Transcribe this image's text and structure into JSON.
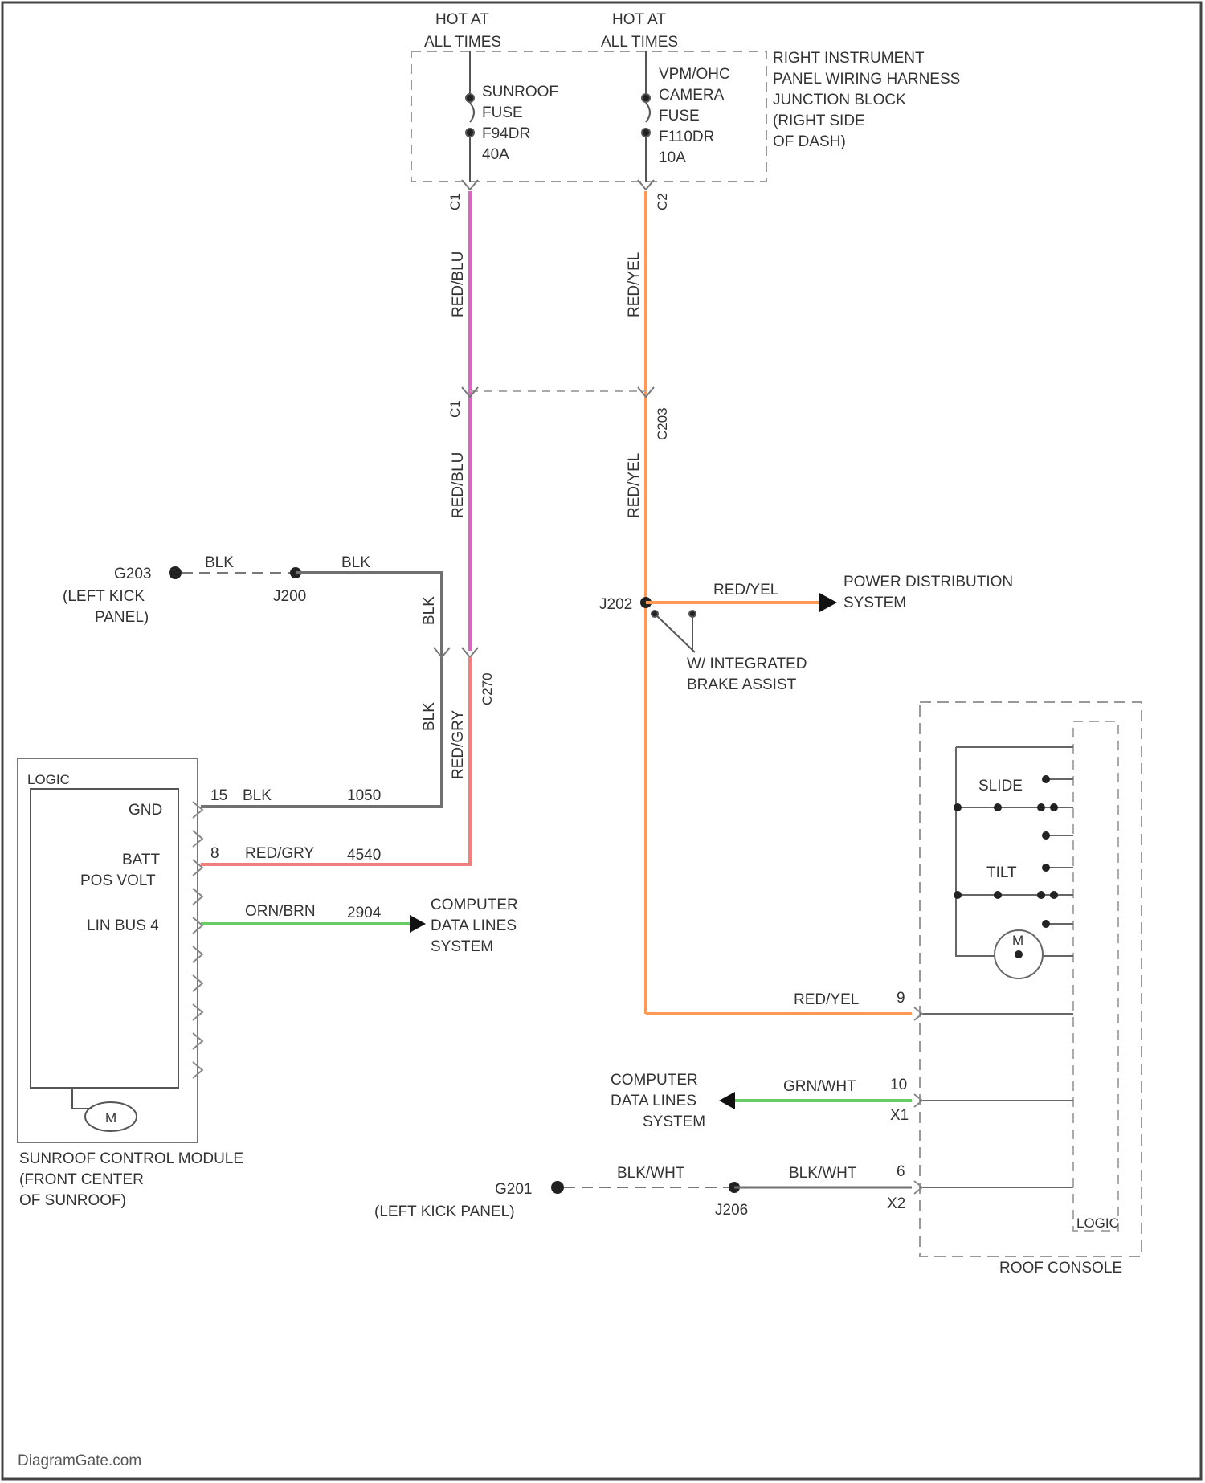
{
  "labels": {
    "hot_1": "HOT AT",
    "hot_1b": "ALL TIMES",
    "hot_2": "HOT AT",
    "hot_2b": "ALL TIMES",
    "fuse1_l1": "SUNROOF",
    "fuse1_l2": "FUSE",
    "fuse1_l3": "F94DR",
    "fuse1_l4": "40A",
    "fuse2_l1": "VPM/OHC",
    "fuse2_l2": "CAMERA",
    "fuse2_l3": "FUSE",
    "fuse2_l4": "F110DR",
    "fuse2_l5": "10A",
    "jb_l1": "RIGHT INSTRUMENT",
    "jb_l2": "PANEL WIRING HARNESS",
    "jb_l3": "JUNCTION BLOCK",
    "jb_l4": "(RIGHT SIDE",
    "jb_l5": "OF DASH)",
    "pin_c1_top": "C1",
    "pin_c2_top": "C2",
    "pin_c1_mid": "C1",
    "pin_c2_mid": "C203",
    "wire_redblu_1": "RED/BLU",
    "wire_redyel_1": "RED/YEL",
    "wire_redblu_2": "RED/BLU",
    "wire_redyel_2": "RED/YEL",
    "g203": "G203",
    "g203_l1": "(LEFT KICK",
    "g203_l2": "PANEL)",
    "j200": "J200",
    "blk_1": "BLK",
    "blk_2": "BLK",
    "blk_3": "BLK",
    "blk_4": "BLK",
    "c270": "C270",
    "redgry_v": "RED/GRY",
    "j202": "J202",
    "redyel_pd": "RED/YEL",
    "pd_l1": "POWER DISTRIBUTION",
    "pd_l2": "SYSTEM",
    "iba_l1": "W/ INTEGRATED",
    "iba_l2": "BRAKE ASSIST",
    "module_tag": "LOGIC",
    "gnd": "GND",
    "batt_l1": "BATT",
    "batt_l2": "POS VOLT",
    "lin": "LIN BUS 4",
    "pin_15": "15",
    "blk_gnd": "BLK",
    "circ_1050": "1050",
    "pin_8": "8",
    "redgry_h": "RED/GRY",
    "circ_4540": "4540",
    "orn_brn": "ORN/BRN",
    "circ_2904": "2904",
    "cdl1_l1": "COMPUTER",
    "cdl1_l2": "DATA LINES",
    "cdl1_l3": "SYSTEM",
    "scm_l1": "SUNROOF CONTROL MODULE",
    "scm_l2": "(FRONT CENTER",
    "scm_l3": "OF SUNROOF)",
    "slide": "SLIDE",
    "tilt": "TILT",
    "motor": "M",
    "redyel_rc": "RED/YEL",
    "pin_9": "9",
    "cdl2_l1": "COMPUTER",
    "cdl2_l2": "DATA LINES",
    "cdl2_l3": "SYSTEM",
    "grn_wht": "GRN/WHT",
    "pin_10": "10",
    "pin_x1": "X1",
    "g201": "G201",
    "g201_l": "(LEFT KICK PANEL)",
    "blkwht_1": "BLK/WHT",
    "j206": "J206",
    "blkwht_2": "BLK/WHT",
    "pin_6": "6",
    "pin_x2": "X2",
    "rc_logic": "LOGIC",
    "roof_console": "ROOF CONSOLE",
    "module_motor": "M",
    "watermark": "DiagramGate.com"
  },
  "colors": {
    "pink": "#d966c0",
    "pink_light": "#f08080",
    "orange": "#ff9955",
    "green": "#66cc66",
    "gray": "#707070",
    "dashed": "#999999"
  }
}
